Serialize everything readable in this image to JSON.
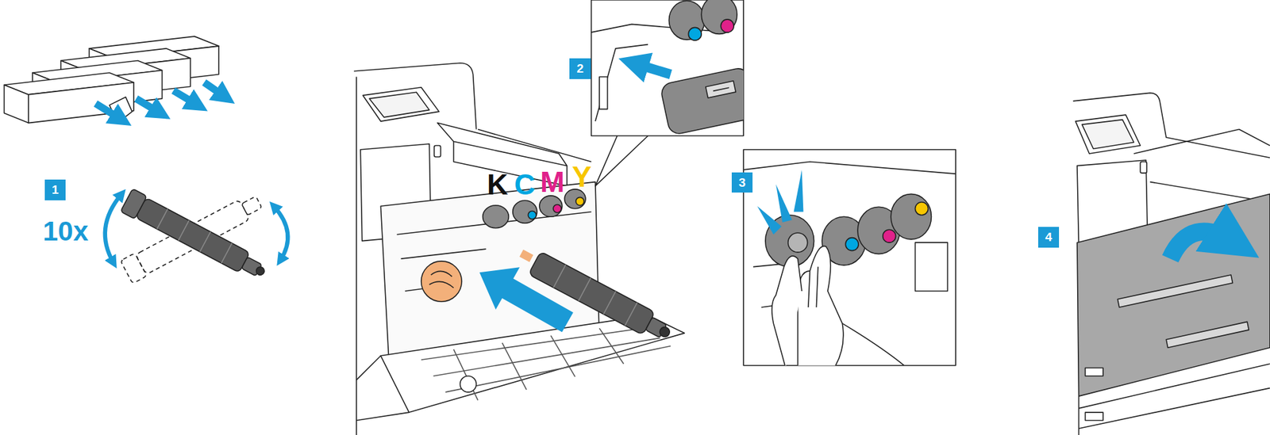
{
  "diagram": {
    "nodes": [
      {
        "text": [
          "1"
        ]
      },
      {
        "text": [
          "2"
        ]
      },
      {
        "text": [
          "3"
        ]
      },
      {
        "text": [
          "4"
        ]
      }
    ],
    "labels": [
      "10x",
      "K",
      "C",
      "M",
      "Y"
    ]
  }
}
